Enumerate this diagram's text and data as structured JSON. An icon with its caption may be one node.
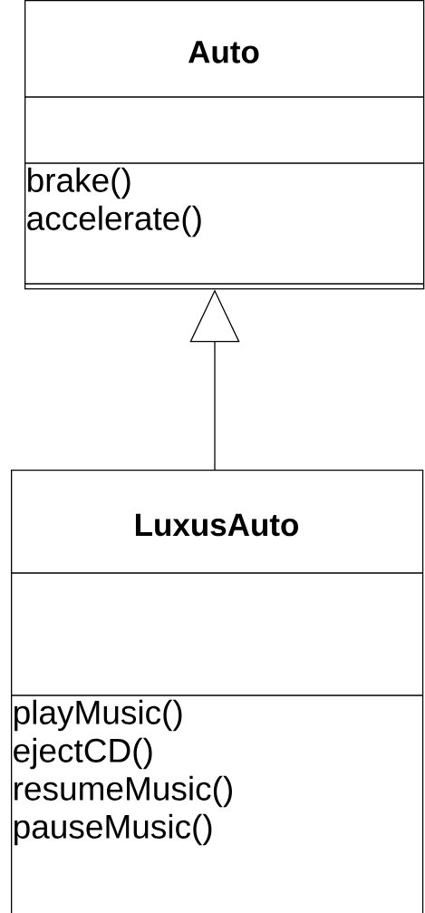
{
  "diagram": {
    "nodes": [
      {
        "text": [
          "Auto",
          "brake()",
          "accelerate()"
        ]
      },
      {
        "text": [
          "LuxusAuto",
          "playMusic()",
          "ejectCD()",
          "resumeMusic()",
          "pauseMusic()"
        ]
      }
    ],
    "edges": [
      {
        "from": 1,
        "to": 0,
        "arrow": "to"
      }
    ]
  }
}
